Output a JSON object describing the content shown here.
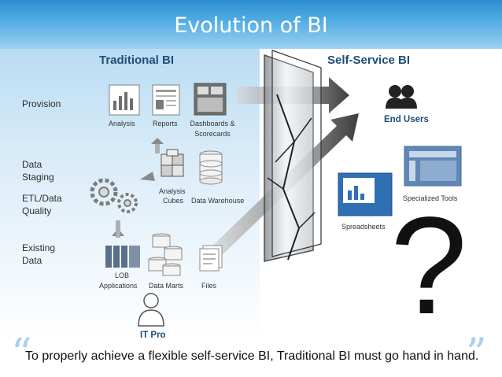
{
  "slide": {
    "title": "Evolution of BI",
    "headings": {
      "traditional": "Traditional BI",
      "self_service": "Self-Service BI"
    },
    "layers": {
      "provision": "Provision",
      "data_staging_1": "Data",
      "data_staging_2": "Staging",
      "etl_1": "ETL/Data",
      "etl_2": "Quality",
      "existing_1": "Existing",
      "existing_2": "Data"
    },
    "items": {
      "analysis": "Analysis",
      "reports": "Reports",
      "dashboards_1": "Dashboards &",
      "dashboards_2": "Scorecards",
      "cubes_1": "Analysis",
      "cubes_2": "Cubes",
      "warehouse": "Data Warehouse",
      "lob_1": "LOB",
      "lob_2": "Applications",
      "marts": "Data Marts",
      "files": "Files",
      "it_pro": "IT Pro",
      "end_users": "End Users",
      "spreadsheets": "Spreadsheets",
      "specialized": "Specialized Tools"
    },
    "question_mark": "?",
    "quote_open": "“",
    "quote_close": "”",
    "caption": "To properly achieve a flexible self-service BI, Traditional BI must go hand in hand."
  },
  "colors": {
    "title_bar": "#2b8ecf",
    "heading": "#1f4e79",
    "arrow": "#4a4a4a",
    "quote": "#a9cfe9"
  }
}
